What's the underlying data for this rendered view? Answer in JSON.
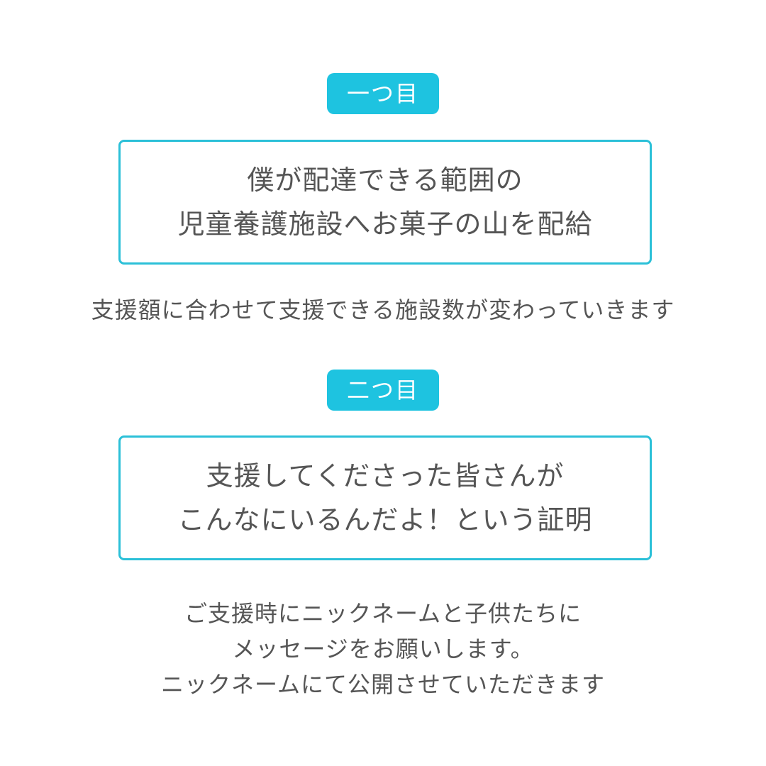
{
  "section1": {
    "badge": "一つ目",
    "box_lines": [
      "僕が配達できる範囲の",
      "児童養護施設へお菓子の山を配給"
    ],
    "caption": "支援額に合わせて支援できる施設数が変わっていきます"
  },
  "section2": {
    "badge": "二つ目",
    "box_lines": [
      "支援してくださった皆さんが",
      "こんなにいるんだよ！という証明"
    ],
    "caption_lines": [
      "ご支援時にニックネームと子供たちに",
      "メッセージをお願いします。",
      "ニックネームにて公開させていただきます"
    ]
  },
  "colors": {
    "accent": "#1ec3e0",
    "border": "#2bc0d8",
    "text": "#555555",
    "background": "#ffffff"
  }
}
